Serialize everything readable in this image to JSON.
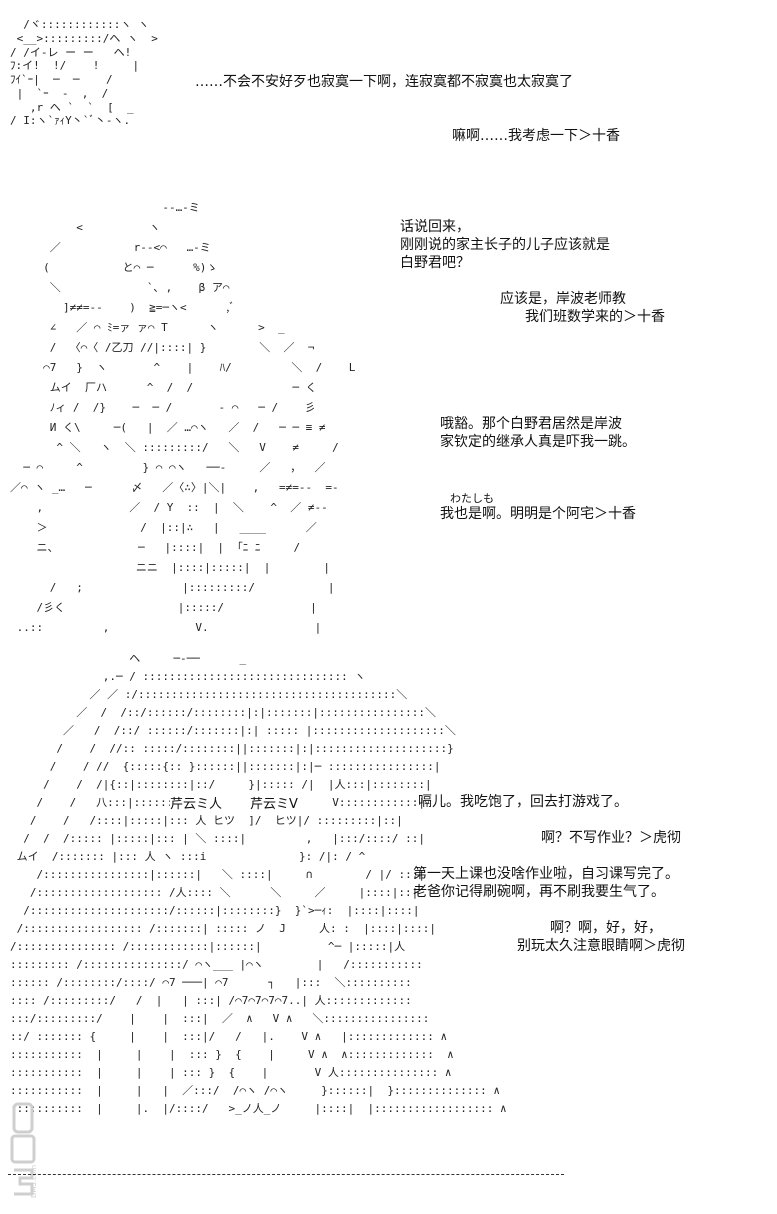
{
  "scene1": {
    "line_a": "……不会不安好歹也寂寞一下啊，连寂寞都不寂寞也太寂寞了",
    "line_b": "嘛啊……我考虑一下＞十香"
  },
  "scene2": {
    "line_a1": "话说回来，",
    "line_a2": "刚刚说的家主长子的儿子应该就是",
    "line_a3": "白野君吧？",
    "line_b1": "应该是，岸波老师教",
    "line_b2": "我们班数学来的＞十香",
    "line_c1": "哦豁。那个白野君居然是岸波",
    "line_c2": "家钦定的继承人真是吓我一跳。",
    "line_d_ruby": "わたしも",
    "line_d": "我也是啊。明明是个阿宅＞十香"
  },
  "scene3": {
    "line_a": "嗝儿。我吃饱了，回去打游戏了。",
    "line_b": "啊？不写作业？＞虎彻",
    "line_c1": "第一天上课也没啥作业啦，自习课写完了。",
    "line_c2": "老爸你记得刷碗啊，再不刷我要生气了。",
    "line_d1": "啊？啊，好，好，",
    "line_d2": "别玩太久注意眼睛啊＞虎彻",
    "art_label_1": "芹云ミ人",
    "art_label_2": "芹云ミV",
    "art_label_3": "ヒツ",
    "art_label_4": "ヒツ|"
  },
  "watermark": {
    "text": "DM5.com"
  }
}
